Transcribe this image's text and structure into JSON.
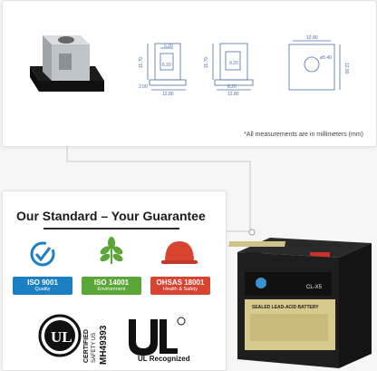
{
  "measurement_note": "*All measurements are in millimeters (mm)",
  "drawings": {
    "front": {
      "top_width": "5.20",
      "inner": "6.20",
      "height": "11.70",
      "base_height": "2.00",
      "base_width": "12.80"
    },
    "side": {
      "height": "11.70",
      "inner": "9.20",
      "base_inner": "8.20",
      "base_width": "12.80"
    },
    "top_view": {
      "width": "12.80",
      "hole": "ø5.40",
      "depth": "12.80"
    }
  },
  "guarantee": {
    "title": "Our Standard – Your Guarantee",
    "badges": [
      {
        "label": "ISO 9001",
        "sublabel": "Quality",
        "color": "#1b7fc4"
      },
      {
        "label": "ISO 14001",
        "sublabel": "Environment",
        "color": "#5aa637"
      },
      {
        "label": "OHSAS 18001",
        "sublabel": "Health & Safety",
        "color": "#d8442f"
      }
    ],
    "ul_mark_text": "UL",
    "certified_text": "CERTIFIED",
    "safety_text": "SAFETY US",
    "cert_number": "MH49393",
    "ul_recognized": "UL Recognized"
  },
  "battery": {
    "top_label": "SEALED LEAD-ACID BATTERY",
    "model": "CL-X5",
    "front_label": "SEALED LEAD-ACID BATTERY",
    "brand_colors": {
      "case": "#1e1e1e",
      "terminal": "#c8312c",
      "label": "#d8c98d"
    }
  }
}
